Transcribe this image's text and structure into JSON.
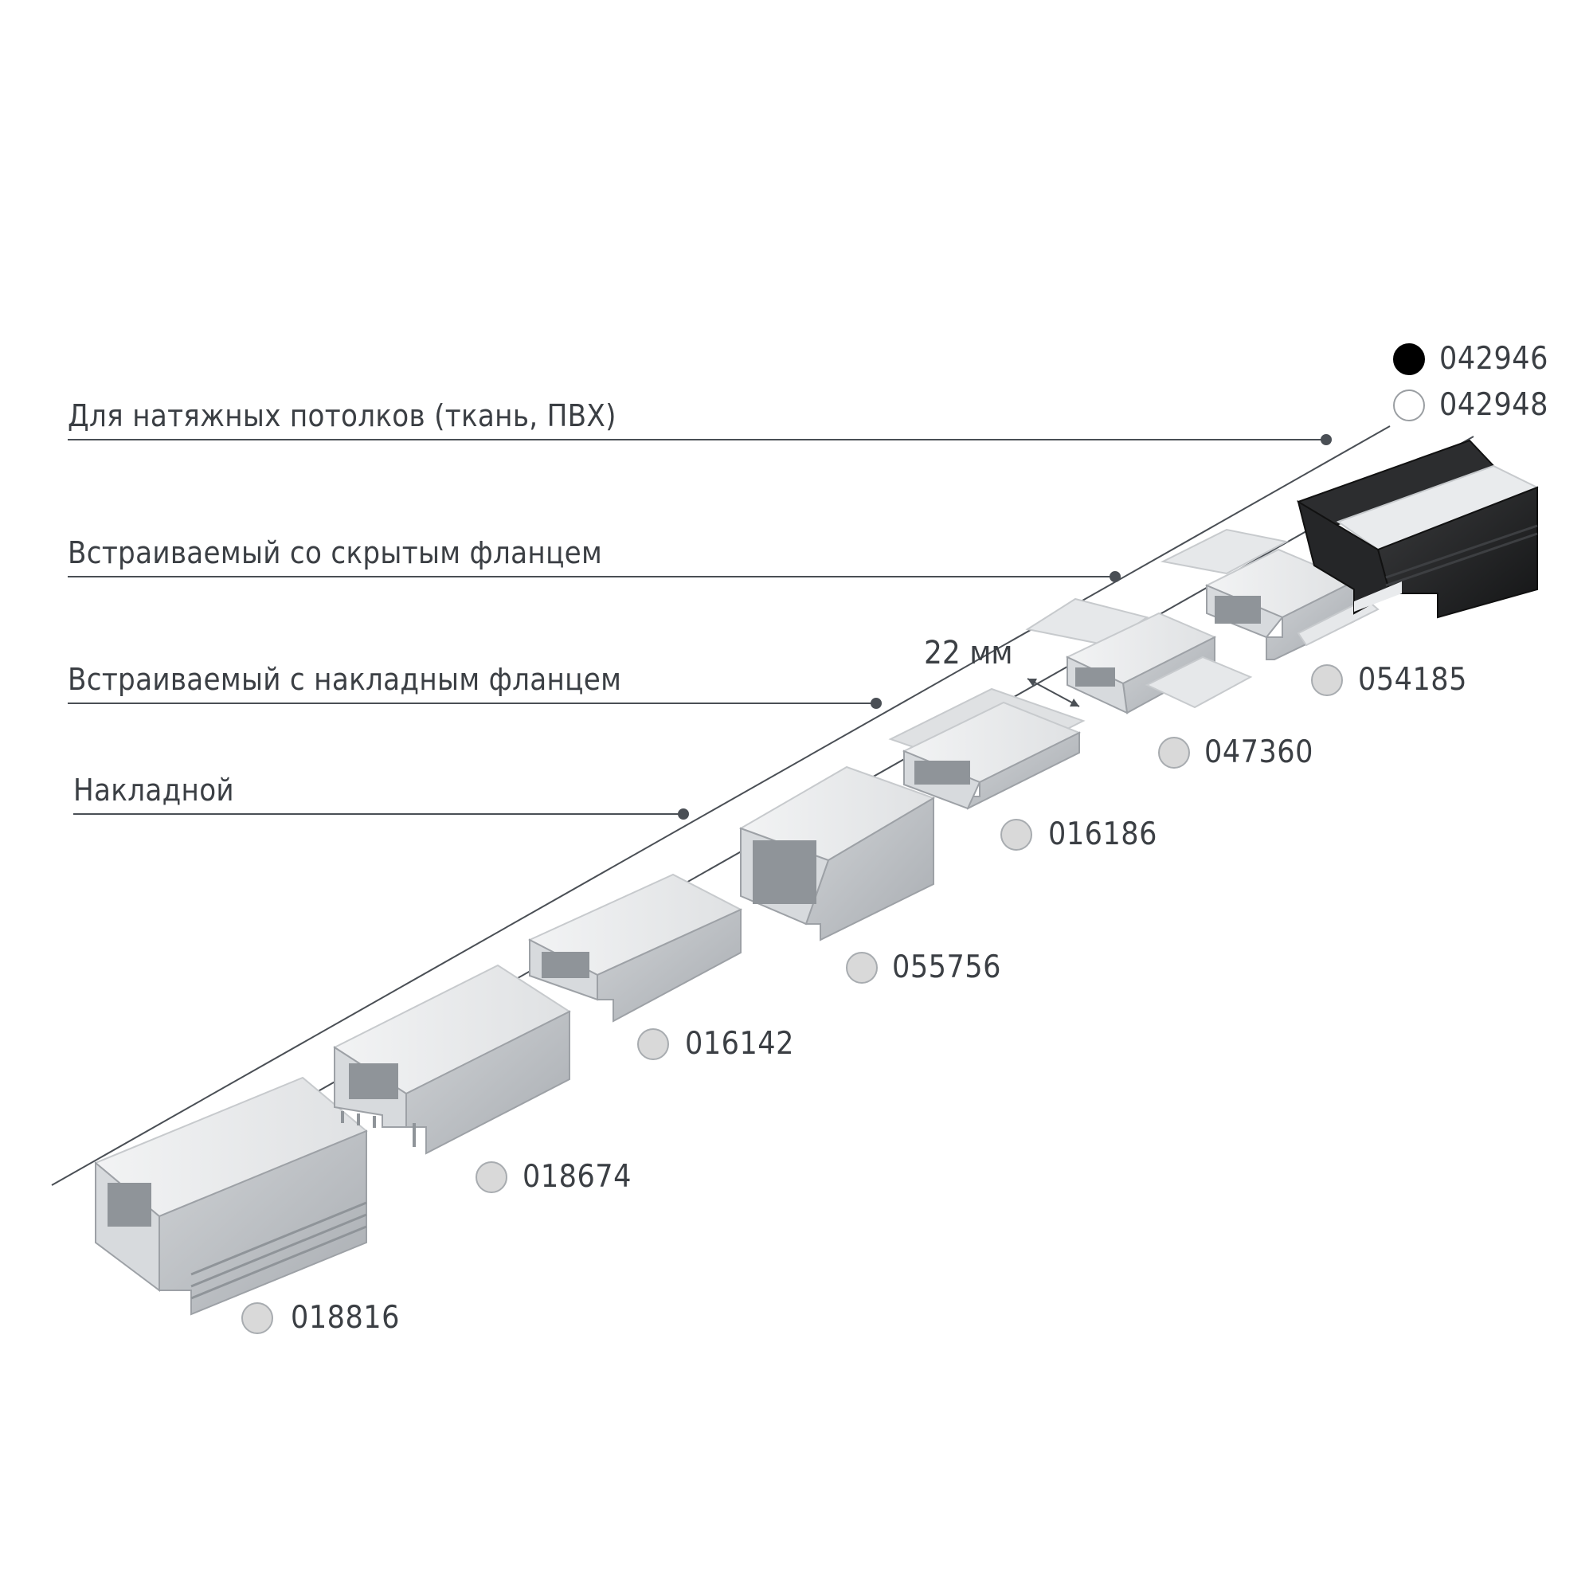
{
  "categories": [
    {
      "id": "stretch",
      "label": "Для натяжных потолков (ткань, ПВХ)"
    },
    {
      "id": "hidden",
      "label": "Встраиваемый со скрытым фланцем"
    },
    {
      "id": "overlay",
      "label": "Встраиваемый с накладным фланцем"
    },
    {
      "id": "surface",
      "label": "Накладной"
    }
  ],
  "dimension": {
    "label": "22 мм"
  },
  "products": [
    {
      "code": "042946",
      "color": "#000000",
      "category": "stretch"
    },
    {
      "code": "042948",
      "color": "#ffffff",
      "category": "stretch"
    },
    {
      "code": "054185",
      "color": "#d9d9d9",
      "category": "hidden"
    },
    {
      "code": "047360",
      "color": "#d9d9d9",
      "category": "hidden"
    },
    {
      "code": "016186",
      "color": "#d9d9d9",
      "category": "overlay"
    },
    {
      "code": "055756",
      "color": "#d9d9d9",
      "category": "surface"
    },
    {
      "code": "016142",
      "color": "#d9d9d9",
      "category": "surface"
    },
    {
      "code": "018674",
      "color": "#d9d9d9",
      "category": "surface"
    },
    {
      "code": "018816",
      "color": "#d9d9d9",
      "category": "surface"
    }
  ],
  "colors": {
    "line": "#4a4f55",
    "profile_aluminum": "#b9bdc1",
    "diffuser": "#eceef0",
    "profile_black": "#1f2022"
  }
}
